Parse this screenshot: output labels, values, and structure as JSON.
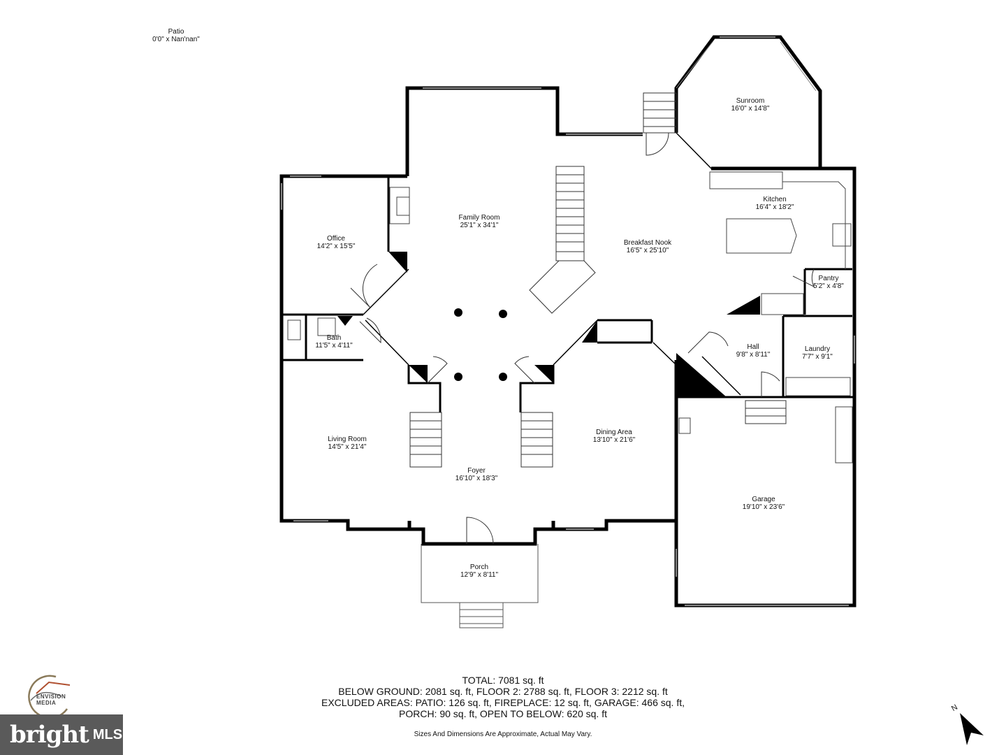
{
  "rooms": {
    "patio": {
      "name": "Patio",
      "dims": "0'0\" x Nan'nan\""
    },
    "sunroom": {
      "name": "Sunroom",
      "dims": "16'0\" x 14'8\""
    },
    "family_room": {
      "name": "Family Room",
      "dims": "25'1\" x 34'1\""
    },
    "kitchen": {
      "name": "Kitchen",
      "dims": "16'4\" x 18'2\""
    },
    "office": {
      "name": "Office",
      "dims": "14'2\" x 15'5\""
    },
    "breakfast_nook": {
      "name": "Breakfast Nook",
      "dims": "16'5\" x 25'10\""
    },
    "pantry": {
      "name": "Pantry",
      "dims": "5'2\" x 4'8\""
    },
    "bath": {
      "name": "Bath",
      "dims": "11'5\" x 4'11\""
    },
    "hall": {
      "name": "Hall",
      "dims": "9'8\" x 8'11\""
    },
    "laundry": {
      "name": "Laundry",
      "dims": "7'7\" x 9'1\""
    },
    "living_room": {
      "name": "Living Room",
      "dims": "14'5\" x 21'4\""
    },
    "dining_area": {
      "name": "Dining Area",
      "dims": "13'10\" x 21'6\""
    },
    "foyer": {
      "name": "Foyer",
      "dims": "16'10\" x 18'3\""
    },
    "garage": {
      "name": "Garage",
      "dims": "19'10\" x 23'6\""
    },
    "porch": {
      "name": "Porch",
      "dims": "12'9\" x 8'11\""
    }
  },
  "stats": {
    "line1": "TOTAL: 7081 sq. ft",
    "line2": "BELOW GROUND: 2081 sq. ft, FLOOR 2: 2788 sq. ft, FLOOR 3: 2212 sq. ft",
    "line3": "EXCLUDED AREAS: PATIO: 126 sq. ft, FIREPLACE: 12 sq. ft, GARAGE: 466 sq. ft,",
    "line4": "PORCH: 90 sq. ft, OPEN TO BELOW: 620 sq. ft"
  },
  "disclaimer": "Sizes And Dimensions Are Approximate, Actual May Vary.",
  "branding": {
    "envision_line1": "ENVISION",
    "envision_line2": "MEDIA",
    "bright_word": "bright",
    "bright_mls": "MLS"
  },
  "compass_label": "N",
  "colors": {
    "wall": "#000000",
    "window": "#888888",
    "badge": "#5a5a5a"
  }
}
